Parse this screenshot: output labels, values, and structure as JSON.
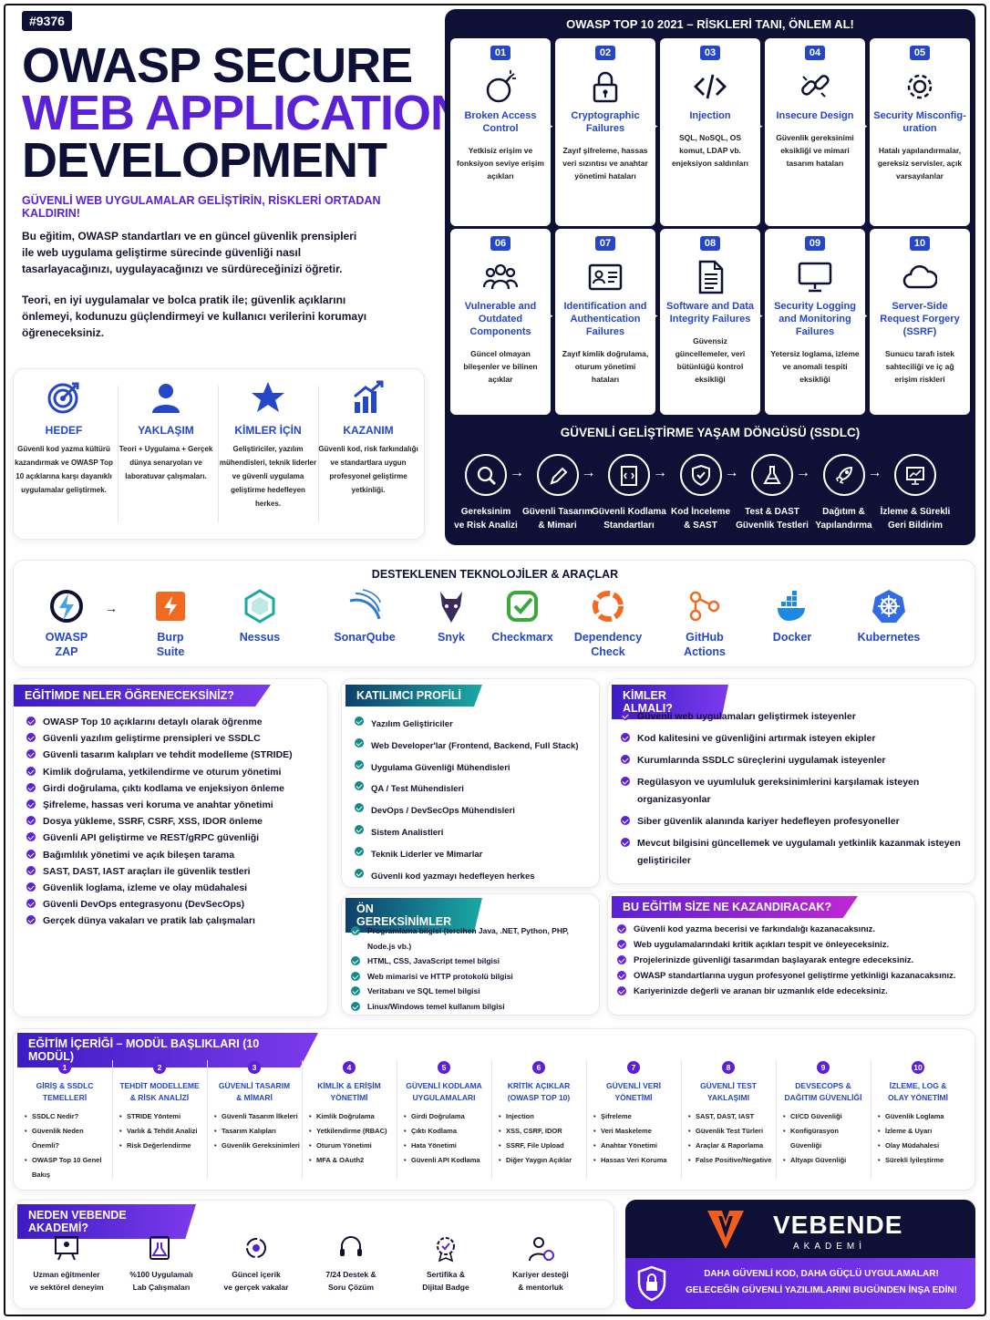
{
  "header": {
    "tag": "#9376",
    "title1": "OWASP SECURE",
    "title2": "WEB APPLICATION",
    "title3": "DEVELOPMENT",
    "subtitle": "GÜVENLİ WEB UYGULAMALAR GELİŞTİRİN, RİSKLERİ ORTADAN KALDIRIN!",
    "p1": "Bu eğitim, OWASP standartları ve en güncel güvenlik prensipleri ile web uygulama geliştirme sürecinde güvenliği nasıl tasarlayacağınızı, uygulayacağınızı ve sürdüreceğinizi öğretir.",
    "p2": "Teori, en iyi uygulamalar ve bolca pratik ile; güvenlik açıklarını önlemeyi, kodunuzu güçlendirmeyi ve kullanıcı verilerini korumayı öğreneceksiniz."
  },
  "features": [
    {
      "title": "HEDEF",
      "desc": "Güvenli kod yazma kültürü kazandırmak ve OWASP Top 10 açıklarına karşı dayanıklı uygulamalar geliştirmek.",
      "icon": "target-icon"
    },
    {
      "title": "YAKLAŞIM",
      "desc": "Teori + Uygulama + Gerçek dünya senaryoları ve laboratuvar çalışmaları.",
      "icon": "user-icon"
    },
    {
      "title": "KİMLER İÇİN",
      "desc": "Geliştiriciler, yazılım mühendisleri, teknik liderler ve güvenli uygulama geliştirme hedefleyen herkes.",
      "icon": "star-icon"
    },
    {
      "title": "KAZANIM",
      "desc": "Güvenli kod, risk farkındalığı ve standartlara uygun profesyonel geliştirme yetkinliği.",
      "icon": "chart-up-icon"
    }
  ],
  "owasp": {
    "title": "OWASP TOP 10 2021 – RİSKLERİ TANI, ÖNLEM AL!",
    "items": [
      {
        "num": "01",
        "name": "Broken Access Control",
        "desc": "Yetkisiz erişim ve fonksiyon seviye erişim açıkları"
      },
      {
        "num": "02",
        "name": "Cryptographic Failures",
        "desc": "Zayıf şifreleme, hassas veri sızıntısı ve anahtar yönetimi hataları"
      },
      {
        "num": "03",
        "name": "Injection",
        "desc": "SQL, NoSQL, OS komut, LDAP vb. enjeksiyon saldırıları"
      },
      {
        "num": "04",
        "name": "Insecure Design",
        "desc": "Güvenlik gereksinimi eksikliği ve mimari tasarım hataları"
      },
      {
        "num": "05",
        "name": "Security Misconfig-uration",
        "desc": "Hatalı yapılandırmalar, gereksiz servisler, açık varsayılanlar"
      },
      {
        "num": "06",
        "name": "Vulnerable and Outdated Components",
        "desc": "Güncel olmayan bileşenler ve bilinen açıklar"
      },
      {
        "num": "07",
        "name": "Identification and Authentication Failures",
        "desc": "Zayıf kimlik doğrulama, oturum yönetimi hataları"
      },
      {
        "num": "08",
        "name": "Software and Data Integrity Failures",
        "desc": "Güvensiz güncellemeler, veri bütünlüğü kontrol eksikliği"
      },
      {
        "num": "09",
        "name": "Security Logging and Monitoring Failures",
        "desc": "Yetersiz loglama, izleme ve anomali tespiti eksikliği"
      },
      {
        "num": "10",
        "name": "Server-Side Request Forgery (SSRF)",
        "desc": "Sunucu tarafı istek sahteciliği ve iç ağ erişim riskleri"
      }
    ]
  },
  "ssdlc": {
    "title": "GÜVENLİ GELİŞTİRME YAŞAM DÖNGÜSÜ (SSDLC)",
    "steps": [
      {
        "l1": "Gereksinim",
        "l2": "ve Risk Analizi"
      },
      {
        "l1": "Güvenli Tasarım",
        "l2": "& Mimari"
      },
      {
        "l1": "Güvenli Kodlama",
        "l2": "Standartları"
      },
      {
        "l1": "Kod İnceleme",
        "l2": "& SAST"
      },
      {
        "l1": "Test & DAST",
        "l2": "Güvenlik Testleri"
      },
      {
        "l1": "Dağıtım &",
        "l2": "Yapılandırma"
      },
      {
        "l1": "İzleme & Sürekli",
        "l2": "Geri Bildirim"
      }
    ]
  },
  "tech": {
    "title": "DESTEKLENEN TEKNOLOJİLER & ARAÇLAR",
    "items": [
      {
        "l1": "OWASP",
        "l2": "ZAP"
      },
      {
        "l1": "Burp",
        "l2": "Suite"
      },
      {
        "l1": "Nessus",
        "l2": ""
      },
      {
        "l1": "SonarQube",
        "l2": ""
      },
      {
        "l1": "Snyk",
        "l2": ""
      },
      {
        "l1": "Checkmarx",
        "l2": ""
      },
      {
        "l1": "Dependency",
        "l2": "Check"
      },
      {
        "l1": "GitHub",
        "l2": "Actions"
      },
      {
        "l1": "Docker",
        "l2": ""
      },
      {
        "l1": "Kubernetes",
        "l2": ""
      }
    ]
  },
  "learn": {
    "title": "EĞİTİMDE NELER ÖĞRENECEKSİNİZ?",
    "items": [
      "OWASP Top 10 açıklarını detaylı olarak öğrenme",
      "Güvenli yazılım geliştirme prensipleri ve SSDLC",
      "Güvenli tasarım kalıpları ve tehdit modelleme (STRIDE)",
      "Kimlik doğrulama, yetkilendirme ve oturum yönetimi",
      "Girdi doğrulama, çıktı kodlama ve enjeksiyon önleme",
      "Şifreleme, hassas veri koruma ve anahtar yönetimi",
      "Dosya yükleme, SSRF, CSRF, XSS, IDOR önleme",
      "Güvenli API geliştirme ve REST/gRPC güvenliği",
      "Bağımlılık yönetimi ve açık bileşen tarama",
      "SAST, DAST, IAST araçları ile güvenlik testleri",
      "Güvenlik loglama, izleme ve olay müdahalesi",
      "Güvenli DevOps entegrasyonu (DevSecOps)",
      "Gerçek dünya vakaları ve pratik lab çalışmaları"
    ]
  },
  "profile": {
    "title": "KATILIMCI PROFİLİ",
    "items": [
      "Yazılım Geliştiriciler",
      "Web Developer'lar (Frontend, Backend, Full Stack)",
      "Uygulama Güvenliği Mühendisleri",
      "QA / Test Mühendisleri",
      "DevOps / DevSecOps Mühendisleri",
      "Sistem Analistleri",
      "Teknik Liderler ve Mimarlar",
      "Güvenli kod yazmayı hedefleyen herkes"
    ]
  },
  "who": {
    "title": "KİMLER ALMALI?",
    "items": [
      "Güvenli web uygulamaları geliştirmek isteyenler",
      "Kod kalitesini ve güvenliğini artırmak isteyen ekipler",
      "Kurumlarında SSDLC süreçlerini uygulamak isteyenler",
      "Regülasyon ve uyumluluk gereksinimlerini karşılamak isteyen organizasyonlar",
      "Siber güvenlik alanında kariyer hedefleyen profesyoneller",
      "Mevcut bilgisini güncellemek ve uygulamalı yetkinlik kazanmak isteyen geliştiriciler"
    ]
  },
  "prereq": {
    "title": "ÖN GEREKSİNİMLER",
    "items": [
      "Programlama bilgisi (tercihen Java, .NET, Python, PHP, Node.js vb.)",
      "HTML, CSS, JavaScript temel bilgisi",
      "Web mimarisi ve HTTP protokolü bilgisi",
      "Veritabanı ve SQL temel bilgisi",
      "Linux/Windows temel kullanım bilgisi"
    ]
  },
  "gain": {
    "title": "BU EĞİTİM SİZE NE KAZANDIRACAK?",
    "items": [
      "Güvenli kod yazma becerisi ve farkındalığı kazanacaksınız.",
      "Web uygulamalarındaki kritik açıkları tespit ve önleyeceksiniz.",
      "Projelerinizde güvenliği tasarımdan başlayarak entegre edeceksiniz.",
      "OWASP standartlarına uygun profesyonel geliştirme yetkinliği kazanacaksınız.",
      "Kariyerinizde değerli ve aranan bir uzmanlık elde edeceksiniz."
    ]
  },
  "modules": {
    "title": "EĞİTİM İÇERİĞİ – MODÜL BAŞLIKLARI (10 MODÜL)",
    "items": [
      {
        "n": "1",
        "t1": "GİRİŞ & SSDLC",
        "t2": "TEMELLERİ",
        "li": [
          "SSDLC Nedir?",
          "Güvenlik Neden Önemli?",
          "OWASP Top 10 Genel Bakış"
        ]
      },
      {
        "n": "2",
        "t1": "TEHDİT MODELLEME",
        "t2": "& RİSK ANALİZİ",
        "li": [
          "STRIDE Yöntemi",
          "Varlık & Tehdit Analizi",
          "Risk Değerlendirme"
        ]
      },
      {
        "n": "3",
        "t1": "GÜVENLİ TASARIM",
        "t2": "& MİMARİ",
        "li": [
          "Güvenli Tasarım İlkeleri",
          "Tasarım Kalıpları",
          "Güvenlik Gereksinimleri"
        ]
      },
      {
        "n": "4",
        "t1": "KİMLİK & ERİŞİM",
        "t2": "YÖNETİMİ",
        "li": [
          "Kimlik Doğrulama",
          "Yetkilendirme (RBAC)",
          "Oturum Yönetimi",
          "MFA & OAuth2"
        ]
      },
      {
        "n": "5",
        "t1": "GÜVENLİ KODLAMA",
        "t2": "UYGULAMALARI",
        "li": [
          "Girdi Doğrulama",
          "Çıktı Kodlama",
          "Hata Yönetimi",
          "Güvenli API Kodlama"
        ]
      },
      {
        "n": "6",
        "t1": "KRİTİK AÇIKLAR",
        "t2": "(OWASP TOP 10)",
        "li": [
          "Injection",
          "XSS, CSRF, IDOR",
          "SSRF, File Upload",
          "Diğer Yaygın Açıklar"
        ]
      },
      {
        "n": "7",
        "t1": "GÜVENLİ VERİ",
        "t2": "YÖNETİMİ",
        "li": [
          "Şifreleme",
          "Veri Maskeleme",
          "Anahtar Yönetimi",
          "Hassas Veri Koruma"
        ]
      },
      {
        "n": "8",
        "t1": "GÜVENLİ TEST",
        "t2": "YAKLAŞIMI",
        "li": [
          "SAST, DAST, IAST",
          "Güvenlik Test Türleri",
          "Araçlar & Raporlama",
          "False Positive/Negative"
        ]
      },
      {
        "n": "9",
        "t1": "DEVSECOPS &",
        "t2": "DAĞITIM GÜVENLİĞİ",
        "li": [
          "CI/CD Güvenliği",
          "Konfigürasyon Güvenliği",
          "Altyapı Güvenliği"
        ]
      },
      {
        "n": "10",
        "t1": "İZLEME, LOG &",
        "t2": "OLAY YÖNETİMİ",
        "li": [
          "Güvenlik Loglama",
          "İzleme & Uyarı",
          "Olay Müdahalesi",
          "Sürekli İyileştirme"
        ]
      }
    ]
  },
  "why": {
    "title": "NEDEN VEBENDE AKADEMİ?",
    "items": [
      {
        "l1": "Uzman eğitmenler",
        "l2": "ve sektörel deneyim"
      },
      {
        "l1": "%100 Uygulamalı",
        "l2": "Lab Çalışmaları"
      },
      {
        "l1": "Güncel içerik",
        "l2": "ve gerçek vakalar"
      },
      {
        "l1": "7/24 Destek &",
        "l2": "Soru Çözüm"
      },
      {
        "l1": "Sertifika &",
        "l2": "Dijital Badge"
      },
      {
        "l1": "Kariyer desteği",
        "l2": "& mentorluk"
      }
    ]
  },
  "brand": {
    "name": "VEBENDE",
    "sub": "AKADEMİ",
    "slogan1": "DAHA GÜVENLİ KOD, DAHA GÜÇLÜ UYGULAMALAR!",
    "slogan2": "GELECEĞİN GÜVENLİ YAZILIMLARINI BUGÜNDEN İNŞA EDİN!"
  },
  "colors": {
    "navy": "#0f1035",
    "purple": "#5b21d6",
    "blue": "#2446c9",
    "teal": "#138a8a"
  }
}
